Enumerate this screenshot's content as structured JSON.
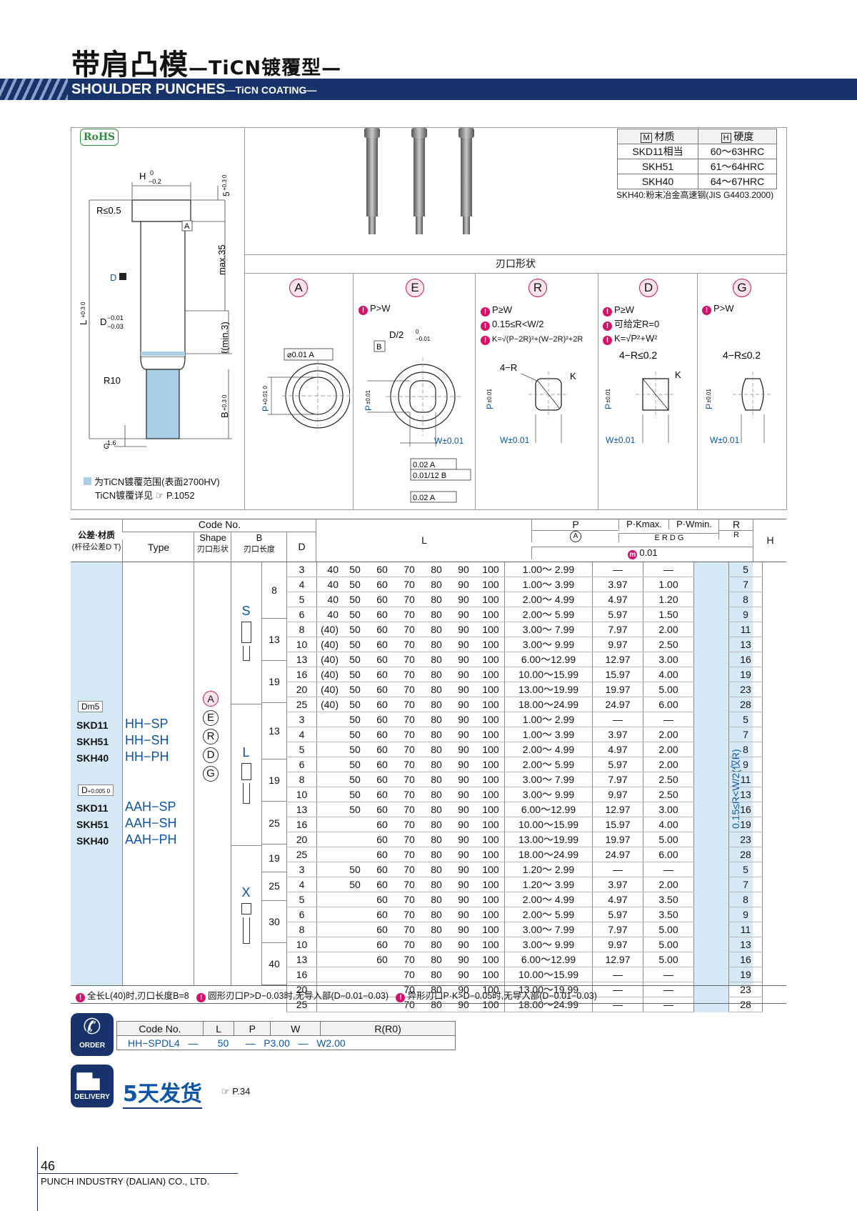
{
  "header": {
    "title_cn": "带肩凸模",
    "title_cn_sub": "—TiCN镀覆型—",
    "title_en": "SHOULDER PUNCHES",
    "title_en_sub": "—TiCN COATING—"
  },
  "rohs": "RoHS",
  "drawing": {
    "h_dim": "H",
    "h_tol": "−0.2",
    "h_tol_top": "0",
    "five": "5",
    "five_tol": "+0.3 0",
    "r_label": "R≤0.5",
    "a_ref": "A",
    "max35": "max.35",
    "dt": "D",
    "l_label": "L",
    "l_tol": "+0.3 0",
    "d_label": "D",
    "d_tol_top": "−0.01",
    "d_tol_bot": "−0.03",
    "lmin": "ℓ(min.3)",
    "r10": "R10",
    "b_label": "B",
    "b_tol": "+0.3 0",
    "g_label": "G",
    "g_val": "1.6"
  },
  "legend": {
    "line1": "为TiCN镀覆范围(表面2700HV)",
    "line2": "TiCN镀覆详见",
    "page": "P.1052"
  },
  "material_table": {
    "h1": "材质",
    "h2": "硬度",
    "rows": [
      [
        "SKD11相当",
        "60～63HRC"
      ],
      [
        "SKH51",
        "61～64HRC"
      ],
      [
        "SKH40",
        "64～67HRC"
      ]
    ],
    "note": "SKH40:粉末冶金高速钢(JIS G4403.2000)"
  },
  "shapes": {
    "title": "刃口形状",
    "items": [
      {
        "letter": "A",
        "notes": [],
        "tol": "⌀0.01 A"
      },
      {
        "letter": "E",
        "notes": [
          "P>W"
        ],
        "top": "D/2",
        "top_tol": "0 −0.01",
        "b_ref": "B",
        "w": "W±0.01",
        "tol1": "0.02 A",
        "tol2": "0.01/12 B",
        "tol3": "0.02 A"
      },
      {
        "letter": "R",
        "notes": [
          "P≥W",
          "0.15≤R<W/2",
          "K=√(P−2R)²+(W−2R)²+2R"
        ],
        "r": "4−R",
        "k": "K",
        "w": "W±0.01"
      },
      {
        "letter": "D",
        "notes": [
          "P≥W",
          "可给定R=0",
          "K=√P²+W²"
        ],
        "r": "4−R≤0.2",
        "k": "K",
        "w": "W±0.01"
      },
      {
        "letter": "G",
        "notes": [
          "P>W"
        ],
        "r": "4−R≤0.2",
        "w": "W±0.01"
      }
    ],
    "p_label": "P",
    "p_tol": "±0.01",
    "p_tol_a": "+0.01 0"
  },
  "table": {
    "head": {
      "tol_mat": "公差·材质",
      "tol_mat_sub": "(杆径公差D T)",
      "code_no": "Code No.",
      "type": "Type",
      "shape": "Shape",
      "shape_sub": "刃口形状",
      "b": "B",
      "b_sub": "刃口长度",
      "d": "D",
      "l": "L",
      "p": "P",
      "p_sub": "A",
      "pk": "P·Kmax.",
      "pw": "P·Wmin.",
      "pkw_sub": "E R D G",
      "r": "R",
      "r_sub": "R",
      "h": "H",
      "unit": "0.01"
    },
    "left": {
      "dm5": "Dm5",
      "mats1": [
        "SKD11",
        "SKH51",
        "SKH40"
      ],
      "types1": [
        "HH−SP",
        "HH−SH",
        "HH−PH"
      ],
      "dtol": "D",
      "dtol_v": "+0.005 0",
      "mats2": [
        "SKD11",
        "SKH51",
        "SKH40"
      ],
      "types2": [
        "AAH−SP",
        "AAH−SH",
        "AAH−PH"
      ],
      "shapes": [
        "A",
        "E",
        "R",
        "D",
        "G"
      ],
      "r_range": "0.15≤R<W/2(仅R)"
    },
    "groups": [
      {
        "t": "S",
        "b": [
          8,
          13,
          19
        ]
      },
      {
        "t": "L",
        "b": [
          13,
          19,
          25
        ]
      },
      {
        "t": "X",
        "b": [
          19,
          25,
          30,
          40
        ]
      }
    ],
    "rows": [
      {
        "d": "3",
        "l": [
          "40",
          "50",
          "60",
          "70",
          "80",
          "90",
          "100"
        ],
        "p": "1.00～ 2.99",
        "pk": "—",
        "pw": "—",
        "h": "5"
      },
      {
        "d": "4",
        "l": [
          "40",
          "50",
          "60",
          "70",
          "80",
          "90",
          "100"
        ],
        "p": "1.00～ 3.99",
        "pk": "3.97",
        "pw": "1.00",
        "h": "7"
      },
      {
        "d": "5",
        "l": [
          "40",
          "50",
          "60",
          "70",
          "80",
          "90",
          "100"
        ],
        "p": "2.00～ 4.99",
        "pk": "4.97",
        "pw": "1.20",
        "h": "8"
      },
      {
        "d": "6",
        "l": [
          "40",
          "50",
          "60",
          "70",
          "80",
          "90",
          "100"
        ],
        "p": "2.00～ 5.99",
        "pk": "5.97",
        "pw": "1.50",
        "h": "9"
      },
      {
        "d": "8",
        "l": [
          "(40)",
          "50",
          "60",
          "70",
          "80",
          "90",
          "100"
        ],
        "p": "3.00～ 7.99",
        "pk": "7.97",
        "pw": "2.00",
        "h": "11"
      },
      {
        "d": "10",
        "l": [
          "(40)",
          "50",
          "60",
          "70",
          "80",
          "90",
          "100"
        ],
        "p": "3.00～ 9.99",
        "pk": "9.97",
        "pw": "2.50",
        "h": "13"
      },
      {
        "d": "13",
        "l": [
          "(40)",
          "50",
          "60",
          "70",
          "80",
          "90",
          "100"
        ],
        "p": "6.00～12.99",
        "pk": "12.97",
        "pw": "3.00",
        "h": "16"
      },
      {
        "d": "16",
        "l": [
          "(40)",
          "50",
          "60",
          "70",
          "80",
          "90",
          "100"
        ],
        "p": "10.00～15.99",
        "pk": "15.97",
        "pw": "4.00",
        "h": "19"
      },
      {
        "d": "20",
        "l": [
          "(40)",
          "50",
          "60",
          "70",
          "80",
          "90",
          "100"
        ],
        "p": "13.00～19.99",
        "pk": "19.97",
        "pw": "5.00",
        "h": "23"
      },
      {
        "d": "25",
        "l": [
          "(40)",
          "50",
          "60",
          "70",
          "80",
          "90",
          "100"
        ],
        "p": "18.00～24.99",
        "pk": "24.97",
        "pw": "6.00",
        "h": "28"
      },
      {
        "d": "3",
        "l": [
          "",
          "50",
          "60",
          "70",
          "80",
          "90",
          "100"
        ],
        "p": "1.00～ 2.99",
        "pk": "—",
        "pw": "—",
        "h": "5"
      },
      {
        "d": "4",
        "l": [
          "",
          "50",
          "60",
          "70",
          "80",
          "90",
          "100"
        ],
        "p": "1.00～ 3.99",
        "pk": "3.97",
        "pw": "2.00",
        "h": "7"
      },
      {
        "d": "5",
        "l": [
          "",
          "50",
          "60",
          "70",
          "80",
          "90",
          "100"
        ],
        "p": "2.00～ 4.99",
        "pk": "4.97",
        "pw": "2.00",
        "h": "8"
      },
      {
        "d": "6",
        "l": [
          "",
          "50",
          "60",
          "70",
          "80",
          "90",
          "100"
        ],
        "p": "2.00～ 5.99",
        "pk": "5.97",
        "pw": "2.00",
        "h": "9"
      },
      {
        "d": "8",
        "l": [
          "",
          "50",
          "60",
          "70",
          "80",
          "90",
          "100"
        ],
        "p": "3.00～ 7.99",
        "pk": "7.97",
        "pw": "2.50",
        "h": "11"
      },
      {
        "d": "10",
        "l": [
          "",
          "50",
          "60",
          "70",
          "80",
          "90",
          "100"
        ],
        "p": "3.00～ 9.99",
        "pk": "9.97",
        "pw": "2.50",
        "h": "13"
      },
      {
        "d": "13",
        "l": [
          "",
          "50",
          "60",
          "70",
          "80",
          "90",
          "100"
        ],
        "p": "6.00～12.99",
        "pk": "12.97",
        "pw": "3.00",
        "h": "16"
      },
      {
        "d": "16",
        "l": [
          "",
          "",
          "60",
          "70",
          "80",
          "90",
          "100"
        ],
        "p": "10.00～15.99",
        "pk": "15.97",
        "pw": "4.00",
        "h": "19"
      },
      {
        "d": "20",
        "l": [
          "",
          "",
          "60",
          "70",
          "80",
          "90",
          "100"
        ],
        "p": "13.00～19.99",
        "pk": "19.97",
        "pw": "5.00",
        "h": "23"
      },
      {
        "d": "25",
        "l": [
          "",
          "",
          "60",
          "70",
          "80",
          "90",
          "100"
        ],
        "p": "18.00～24.99",
        "pk": "24.97",
        "pw": "6.00",
        "h": "28"
      },
      {
        "d": "3",
        "l": [
          "",
          "50",
          "60",
          "70",
          "80",
          "90",
          "100"
        ],
        "p": "1.20～ 2.99",
        "pk": "—",
        "pw": "—",
        "h": "5"
      },
      {
        "d": "4",
        "l": [
          "",
          "50",
          "60",
          "70",
          "80",
          "90",
          "100"
        ],
        "p": "1.20～ 3.99",
        "pk": "3.97",
        "pw": "2.00",
        "h": "7"
      },
      {
        "d": "5",
        "l": [
          "",
          "",
          "60",
          "70",
          "80",
          "90",
          "100"
        ],
        "p": "2.00～ 4.99",
        "pk": "4.97",
        "pw": "3.50",
        "h": "8"
      },
      {
        "d": "6",
        "l": [
          "",
          "",
          "60",
          "70",
          "80",
          "90",
          "100"
        ],
        "p": "2.00～ 5.99",
        "pk": "5.97",
        "pw": "3.50",
        "h": "9"
      },
      {
        "d": "8",
        "l": [
          "",
          "",
          "60",
          "70",
          "80",
          "90",
          "100"
        ],
        "p": "3.00～ 7.99",
        "pk": "7.97",
        "pw": "5.00",
        "h": "11"
      },
      {
        "d": "10",
        "l": [
          "",
          "",
          "60",
          "70",
          "80",
          "90",
          "100"
        ],
        "p": "3.00～ 9.99",
        "pk": "9.97",
        "pw": "5.00",
        "h": "13"
      },
      {
        "d": "13",
        "l": [
          "",
          "",
          "60",
          "70",
          "80",
          "90",
          "100"
        ],
        "p": "6.00～12.99",
        "pk": "12.97",
        "pw": "5.00",
        "h": "16"
      },
      {
        "d": "16",
        "l": [
          "",
          "",
          "",
          "70",
          "80",
          "90",
          "100"
        ],
        "p": "10.00～15.99",
        "pk": "—",
        "pw": "—",
        "h": "19"
      },
      {
        "d": "20",
        "l": [
          "",
          "",
          "",
          "70",
          "80",
          "90",
          "100"
        ],
        "p": "13.00～19.99",
        "pk": "—",
        "pw": "—",
        "h": "23"
      },
      {
        "d": "25",
        "l": [
          "",
          "",
          "",
          "70",
          "80",
          "90",
          "100"
        ],
        "p": "18.00～24.99",
        "pk": "—",
        "pw": "—",
        "h": "28"
      }
    ],
    "b_spans": [
      [
        8,
        4
      ],
      [
        13,
        3
      ],
      [
        19,
        3
      ],
      [
        13,
        4
      ],
      [
        19,
        3
      ],
      [
        25,
        3
      ],
      [
        19,
        2
      ],
      [
        25,
        2
      ],
      [
        30,
        3
      ],
      [
        40,
        3
      ]
    ]
  },
  "footnotes": [
    "全长L(40)时,刃口长度B=8",
    "圆形刃口P>D−0.03时,无导入部(D−0.01−0.03)",
    "异形刃口P·K>D−0.05时,无导入部(D−0.01−0.03)"
  ],
  "order": {
    "label": "ORDER",
    "headers": [
      "Code No.",
      "L",
      "P",
      "W",
      "R(R0)"
    ],
    "values": [
      "HH−SPDL4",
      "—",
      "50",
      "—",
      "P3.00",
      "—",
      "W2.00"
    ]
  },
  "delivery": {
    "label": "DELIVERY",
    "text": "5天发货",
    "ref": "P.34"
  },
  "footer": {
    "page": "46",
    "company": "PUNCH INDUSTRY (DALIAN) CO., LTD."
  },
  "colors": {
    "navy": "#17336b",
    "accent": "#d3136b",
    "coating": "#a9d0e6",
    "leftcol": "#d6e9f6",
    "text_blue": "#0c55a8"
  }
}
